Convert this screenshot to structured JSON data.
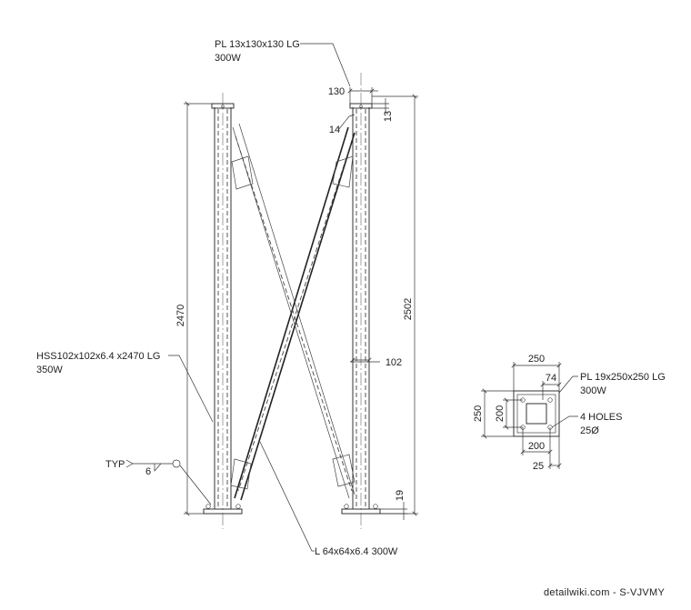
{
  "labels": {
    "top_plate_1": "PL 13x130x130 LG",
    "top_plate_2": "300W",
    "hss_1": "HSS102x102x6.4 x2470 LG",
    "hss_2": "350W",
    "angle": "L 64x64x6.4 300W",
    "base_plate_1": "PL 19x250x250 LG",
    "base_plate_2": "300W",
    "holes_1": "4 HOLES",
    "holes_2": "25Ø",
    "typ": "TYP",
    "weld": "6"
  },
  "dims": {
    "d130": "130",
    "d13": "13",
    "d14": "14",
    "d2470": "2470",
    "d2502": "2502",
    "d102": "102",
    "d19": "19",
    "bp_250_top": "250",
    "bp_74": "74",
    "bp_250_left": "250",
    "bp_200_left": "200",
    "bp_200_bottom": "200",
    "bp_25": "25"
  },
  "watermark": "detailwiki.com - S-VJVMY"
}
